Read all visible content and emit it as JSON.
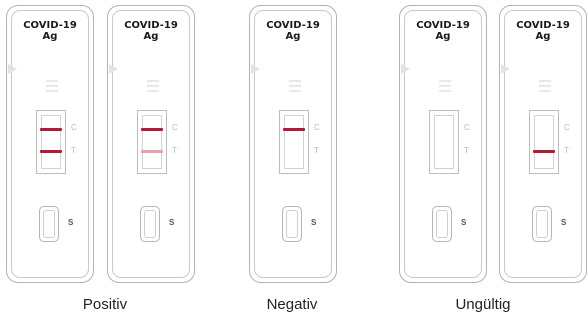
{
  "figure": {
    "cassette_title_line1": "COVID-19",
    "cassette_title_line2": "Ag",
    "control_mark": "C",
    "test_mark": "T",
    "sample_mark": "S",
    "colors": {
      "strong_line": "#b5193a",
      "faint_line": "#e7a0ae",
      "outline": "#b3b3b3"
    },
    "cassettes": [
      {
        "result": "Positiv",
        "control_line": "strong",
        "test_line": "strong"
      },
      {
        "result": "Positiv",
        "control_line": "strong",
        "test_line": "faint"
      },
      {
        "result": "Negativ",
        "control_line": "strong",
        "test_line": "none"
      },
      {
        "result": "Ungültig",
        "control_line": "none",
        "test_line": "none"
      },
      {
        "result": "Ungültig",
        "control_line": "none",
        "test_line": "strong"
      }
    ],
    "captions": {
      "positive": "Positiv",
      "negative": "Negativ",
      "invalid": "Ungültig"
    }
  }
}
